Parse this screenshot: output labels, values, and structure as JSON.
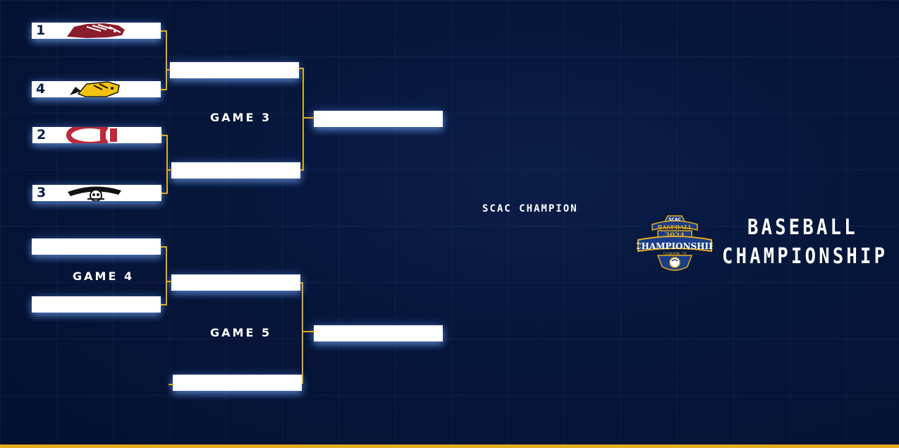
{
  "bracket": {
    "seeds": [
      "1",
      "4",
      "2",
      "3"
    ],
    "game3_label": "GAME 3",
    "game4_label": "GAME 4",
    "game5_label": "GAME 5",
    "champion_label": "SCAC CHAMPION"
  },
  "emblem": {
    "top": "SCAC",
    "sport": "BASEBALL",
    "year": "2024",
    "name": "CHAMPIONSHIP",
    "location": "CLEBURNE, TX"
  },
  "title": {
    "line1": "BASEBALL",
    "line2": "CHAMPIONSHIP"
  },
  "colors": {
    "background": "#06163a",
    "accent": "#e3ac1d",
    "slot": "#ffffff"
  }
}
